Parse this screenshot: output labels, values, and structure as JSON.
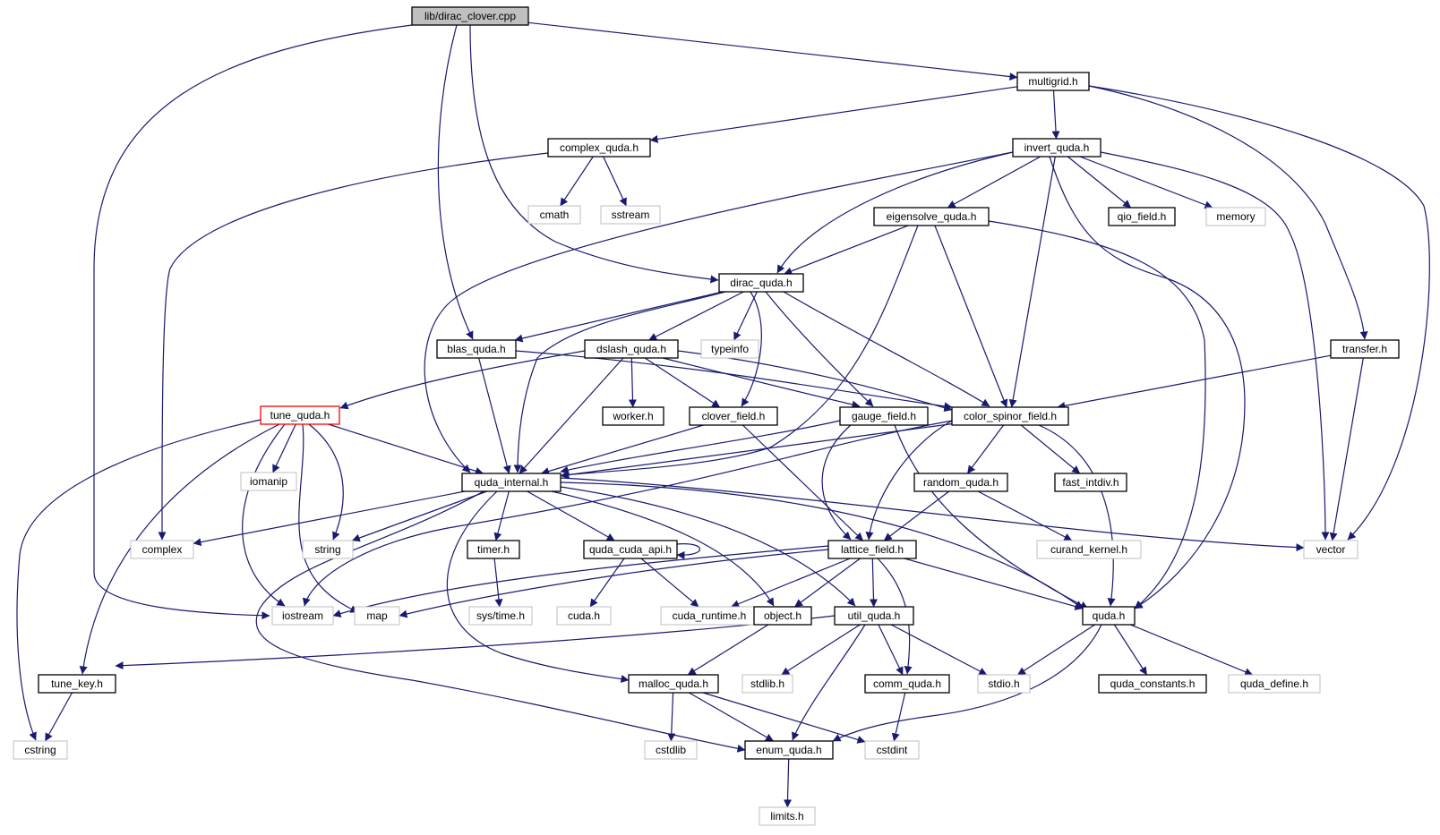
{
  "colors": {
    "edge": "#191970",
    "local_border": "#000000",
    "system_border": "#bfbfbf",
    "root_fill": "#bfbfbf",
    "truncated_border": "#ff0000"
  },
  "nodes": {
    "dirac_clover_cpp": {
      "label": "lib/dirac_clover.cpp",
      "kind": "root"
    },
    "multigrid_h": {
      "label": "multigrid.h",
      "kind": "local"
    },
    "complex_quda_h": {
      "label": "complex_quda.h",
      "kind": "local"
    },
    "invert_quda_h": {
      "label": "invert_quda.h",
      "kind": "local"
    },
    "cmath": {
      "label": "cmath",
      "kind": "system"
    },
    "sstream": {
      "label": "sstream",
      "kind": "system"
    },
    "eigensolve_quda_h": {
      "label": "eigensolve_quda.h",
      "kind": "local"
    },
    "qio_field_h": {
      "label": "qio_field.h",
      "kind": "local"
    },
    "memory": {
      "label": "memory",
      "kind": "system"
    },
    "dirac_quda_h": {
      "label": "dirac_quda.h",
      "kind": "local"
    },
    "blas_quda_h": {
      "label": "blas_quda.h",
      "kind": "local"
    },
    "dslash_quda_h": {
      "label": "dslash_quda.h",
      "kind": "local"
    },
    "typeinfo": {
      "label": "typeinfo",
      "kind": "system"
    },
    "transfer_h": {
      "label": "transfer.h",
      "kind": "local"
    },
    "tune_quda_h": {
      "label": "tune_quda.h",
      "kind": "truncated"
    },
    "worker_h": {
      "label": "worker.h",
      "kind": "local"
    },
    "clover_field_h": {
      "label": "clover_field.h",
      "kind": "local"
    },
    "gauge_field_h": {
      "label": "gauge_field.h",
      "kind": "local"
    },
    "color_spinor_field_h": {
      "label": "color_spinor_field.h",
      "kind": "local"
    },
    "iomanip": {
      "label": "iomanip",
      "kind": "system"
    },
    "quda_internal_h": {
      "label": "quda_internal.h",
      "kind": "local"
    },
    "random_quda_h": {
      "label": "random_quda.h",
      "kind": "local"
    },
    "fast_intdiv_h": {
      "label": "fast_intdiv.h",
      "kind": "local"
    },
    "complex": {
      "label": "complex",
      "kind": "system"
    },
    "string": {
      "label": "string",
      "kind": "system"
    },
    "timer_h": {
      "label": "timer.h",
      "kind": "local"
    },
    "quda_cuda_api_h": {
      "label": "quda_cuda_api.h",
      "kind": "local"
    },
    "lattice_field_h": {
      "label": "lattice_field.h",
      "kind": "local"
    },
    "curand_kernel_h": {
      "label": "curand_kernel.h",
      "kind": "system"
    },
    "vector": {
      "label": "vector",
      "kind": "system"
    },
    "iostream": {
      "label": "iostream",
      "kind": "system"
    },
    "map": {
      "label": "map",
      "kind": "system"
    },
    "sys_time_h": {
      "label": "sys/time.h",
      "kind": "system"
    },
    "cuda_h": {
      "label": "cuda.h",
      "kind": "system"
    },
    "cuda_runtime_h": {
      "label": "cuda_runtime.h",
      "kind": "system"
    },
    "object_h": {
      "label": "object.h",
      "kind": "local"
    },
    "util_quda_h": {
      "label": "util_quda.h",
      "kind": "local"
    },
    "quda_h": {
      "label": "quda.h",
      "kind": "local"
    },
    "tune_key_h": {
      "label": "tune_key.h",
      "kind": "local"
    },
    "malloc_quda_h": {
      "label": "malloc_quda.h",
      "kind": "local"
    },
    "stdlib_h": {
      "label": "stdlib.h",
      "kind": "system"
    },
    "comm_quda_h": {
      "label": "comm_quda.h",
      "kind": "local"
    },
    "stdio_h": {
      "label": "stdio.h",
      "kind": "system"
    },
    "quda_constants_h": {
      "label": "quda_constants.h",
      "kind": "local"
    },
    "quda_define_h": {
      "label": "quda_define.h",
      "kind": "system"
    },
    "cstring": {
      "label": "cstring",
      "kind": "system"
    },
    "cstdlib": {
      "label": "cstdlib",
      "kind": "system"
    },
    "enum_quda_h": {
      "label": "enum_quda.h",
      "kind": "local"
    },
    "cstdint": {
      "label": "cstdint",
      "kind": "system"
    },
    "limits_h": {
      "label": "limits.h",
      "kind": "system"
    }
  },
  "edges": [
    [
      "dirac_clover_cpp",
      "multigrid_h"
    ],
    [
      "dirac_clover_cpp",
      "iostream"
    ],
    [
      "dirac_clover_cpp",
      "blas_quda_h"
    ],
    [
      "dirac_clover_cpp",
      "dirac_quda_h"
    ],
    [
      "multigrid_h",
      "complex_quda_h"
    ],
    [
      "multigrid_h",
      "invert_quda_h"
    ],
    [
      "multigrid_h",
      "transfer_h"
    ],
    [
      "multigrid_h",
      "vector"
    ],
    [
      "complex_quda_h",
      "cmath"
    ],
    [
      "complex_quda_h",
      "sstream"
    ],
    [
      "complex_quda_h",
      "complex"
    ],
    [
      "invert_quda_h",
      "eigensolve_quda_h"
    ],
    [
      "invert_quda_h",
      "qio_field_h"
    ],
    [
      "invert_quda_h",
      "memory"
    ],
    [
      "invert_quda_h",
      "dirac_quda_h"
    ],
    [
      "invert_quda_h",
      "quda_internal_h"
    ],
    [
      "invert_quda_h",
      "color_spinor_field_h"
    ],
    [
      "invert_quda_h",
      "vector"
    ],
    [
      "invert_quda_h",
      "quda_h"
    ],
    [
      "eigensolve_quda_h",
      "dirac_quda_h"
    ],
    [
      "eigensolve_quda_h",
      "quda_internal_h"
    ],
    [
      "eigensolve_quda_h",
      "color_spinor_field_h"
    ],
    [
      "eigensolve_quda_h",
      "quda_h"
    ],
    [
      "dirac_quda_h",
      "blas_quda_h"
    ],
    [
      "dirac_quda_h",
      "dslash_quda_h"
    ],
    [
      "dirac_quda_h",
      "typeinfo"
    ],
    [
      "dirac_quda_h",
      "clover_field_h"
    ],
    [
      "dirac_quda_h",
      "gauge_field_h"
    ],
    [
      "dirac_quda_h",
      "color_spinor_field_h"
    ],
    [
      "dirac_quda_h",
      "quda_internal_h"
    ],
    [
      "blas_quda_h",
      "quda_internal_h"
    ],
    [
      "blas_quda_h",
      "color_spinor_field_h"
    ],
    [
      "dslash_quda_h",
      "tune_quda_h"
    ],
    [
      "dslash_quda_h",
      "worker_h"
    ],
    [
      "dslash_quda_h",
      "clover_field_h"
    ],
    [
      "dslash_quda_h",
      "gauge_field_h"
    ],
    [
      "dslash_quda_h",
      "color_spinor_field_h"
    ],
    [
      "dslash_quda_h",
      "quda_internal_h"
    ],
    [
      "transfer_h",
      "color_spinor_field_h"
    ],
    [
      "transfer_h",
      "vector"
    ],
    [
      "tune_quda_h",
      "iomanip"
    ],
    [
      "tune_quda_h",
      "quda_internal_h"
    ],
    [
      "tune_quda_h",
      "string"
    ],
    [
      "tune_quda_h",
      "iostream"
    ],
    [
      "tune_quda_h",
      "map"
    ],
    [
      "tune_quda_h",
      "tune_key_h"
    ],
    [
      "tune_quda_h",
      "cstring"
    ],
    [
      "clover_field_h",
      "quda_internal_h"
    ],
    [
      "clover_field_h",
      "lattice_field_h"
    ],
    [
      "gauge_field_h",
      "quda_internal_h"
    ],
    [
      "gauge_field_h",
      "lattice_field_h"
    ],
    [
      "gauge_field_h",
      "quda_h"
    ],
    [
      "color_spinor_field_h",
      "quda_internal_h"
    ],
    [
      "color_spinor_field_h",
      "random_quda_h"
    ],
    [
      "color_spinor_field_h",
      "fast_intdiv_h"
    ],
    [
      "color_spinor_field_h",
      "lattice_field_h"
    ],
    [
      "color_spinor_field_h",
      "quda_h"
    ],
    [
      "color_spinor_field_h",
      "iostream"
    ],
    [
      "quda_internal_h",
      "complex"
    ],
    [
      "quda_internal_h",
      "string"
    ],
    [
      "quda_internal_h",
      "timer_h"
    ],
    [
      "quda_internal_h",
      "quda_cuda_api_h"
    ],
    [
      "quda_internal_h",
      "object_h"
    ],
    [
      "quda_internal_h",
      "util_quda_h"
    ],
    [
      "quda_internal_h",
      "quda_h"
    ],
    [
      "quda_internal_h",
      "vector"
    ],
    [
      "quda_internal_h",
      "malloc_quda_h"
    ],
    [
      "quda_internal_h",
      "enum_quda_h"
    ],
    [
      "random_quda_h",
      "lattice_field_h"
    ],
    [
      "random_quda_h",
      "curand_kernel_h"
    ],
    [
      "timer_h",
      "sys_time_h"
    ],
    [
      "quda_cuda_api_h",
      "quda_cuda_api_h"
    ],
    [
      "quda_cuda_api_h",
      "cuda_h"
    ],
    [
      "quda_cuda_api_h",
      "cuda_runtime_h"
    ],
    [
      "lattice_field_h",
      "iostream"
    ],
    [
      "lattice_field_h",
      "map"
    ],
    [
      "lattice_field_h",
      "cuda_runtime_h"
    ],
    [
      "lattice_field_h",
      "object_h"
    ],
    [
      "lattice_field_h",
      "util_quda_h"
    ],
    [
      "lattice_field_h",
      "comm_quda_h"
    ],
    [
      "lattice_field_h",
      "quda_h"
    ],
    [
      "object_h",
      "malloc_quda_h"
    ],
    [
      "util_quda_h",
      "tune_key_h"
    ],
    [
      "util_quda_h",
      "stdlib_h"
    ],
    [
      "util_quda_h",
      "comm_quda_h"
    ],
    [
      "util_quda_h",
      "stdio_h"
    ],
    [
      "util_quda_h",
      "enum_quda_h"
    ],
    [
      "quda_h",
      "stdio_h"
    ],
    [
      "quda_h",
      "quda_constants_h"
    ],
    [
      "quda_h",
      "quda_define_h"
    ],
    [
      "quda_h",
      "enum_quda_h"
    ],
    [
      "tune_key_h",
      "cstring"
    ],
    [
      "malloc_quda_h",
      "cstdlib"
    ],
    [
      "malloc_quda_h",
      "enum_quda_h"
    ],
    [
      "malloc_quda_h",
      "cstdint"
    ],
    [
      "comm_quda_h",
      "cstdint"
    ],
    [
      "enum_quda_h",
      "limits_h"
    ]
  ]
}
